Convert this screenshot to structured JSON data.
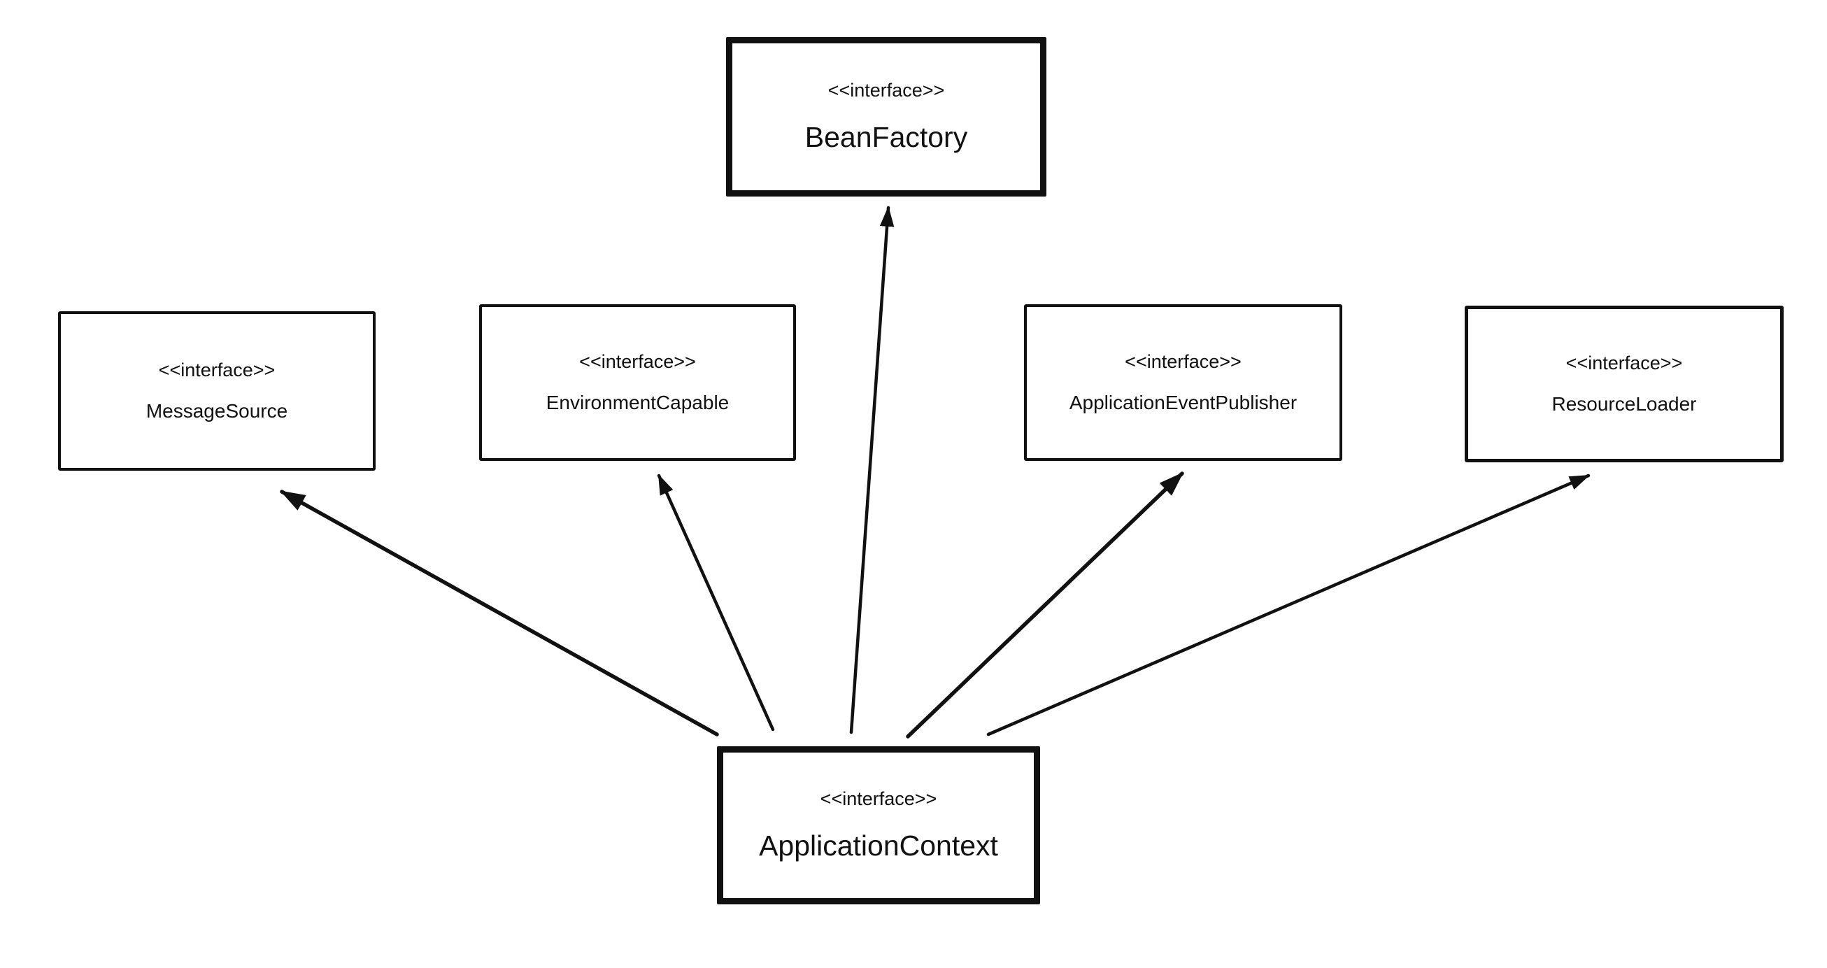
{
  "colors": {
    "background": "#ffffff",
    "stroke": "#111111",
    "text": "#111111"
  },
  "nodes": {
    "bean_factory": {
      "stereotype": "<<interface>>",
      "name": "BeanFactory"
    },
    "message_source": {
      "stereotype": "<<interface>>",
      "name": "MessageSource"
    },
    "environment_capable": {
      "stereotype": "<<interface>>",
      "name": "EnvironmentCapable"
    },
    "application_event_publisher": {
      "stereotype": "<<interface>>",
      "name": "ApplicationEventPublisher"
    },
    "resource_loader": {
      "stereotype": "<<interface>>",
      "name": "ResourceLoader"
    },
    "application_context": {
      "stereotype": "<<interface>>",
      "name": "ApplicationContext"
    }
  },
  "edges": [
    {
      "from": "ApplicationContext",
      "to": "MessageSource",
      "line": "solid",
      "arrowhead": "filled-triangle"
    },
    {
      "from": "ApplicationContext",
      "to": "EnvironmentCapable",
      "line": "solid",
      "arrowhead": "filled-triangle"
    },
    {
      "from": "ApplicationContext",
      "to": "BeanFactory",
      "line": "solid",
      "arrowhead": "filled-triangle"
    },
    {
      "from": "ApplicationContext",
      "to": "ApplicationEventPublisher",
      "line": "solid",
      "arrowhead": "filled-triangle"
    },
    {
      "from": "ApplicationContext",
      "to": "ResourceLoader",
      "line": "solid",
      "arrowhead": "filled-triangle"
    }
  ]
}
